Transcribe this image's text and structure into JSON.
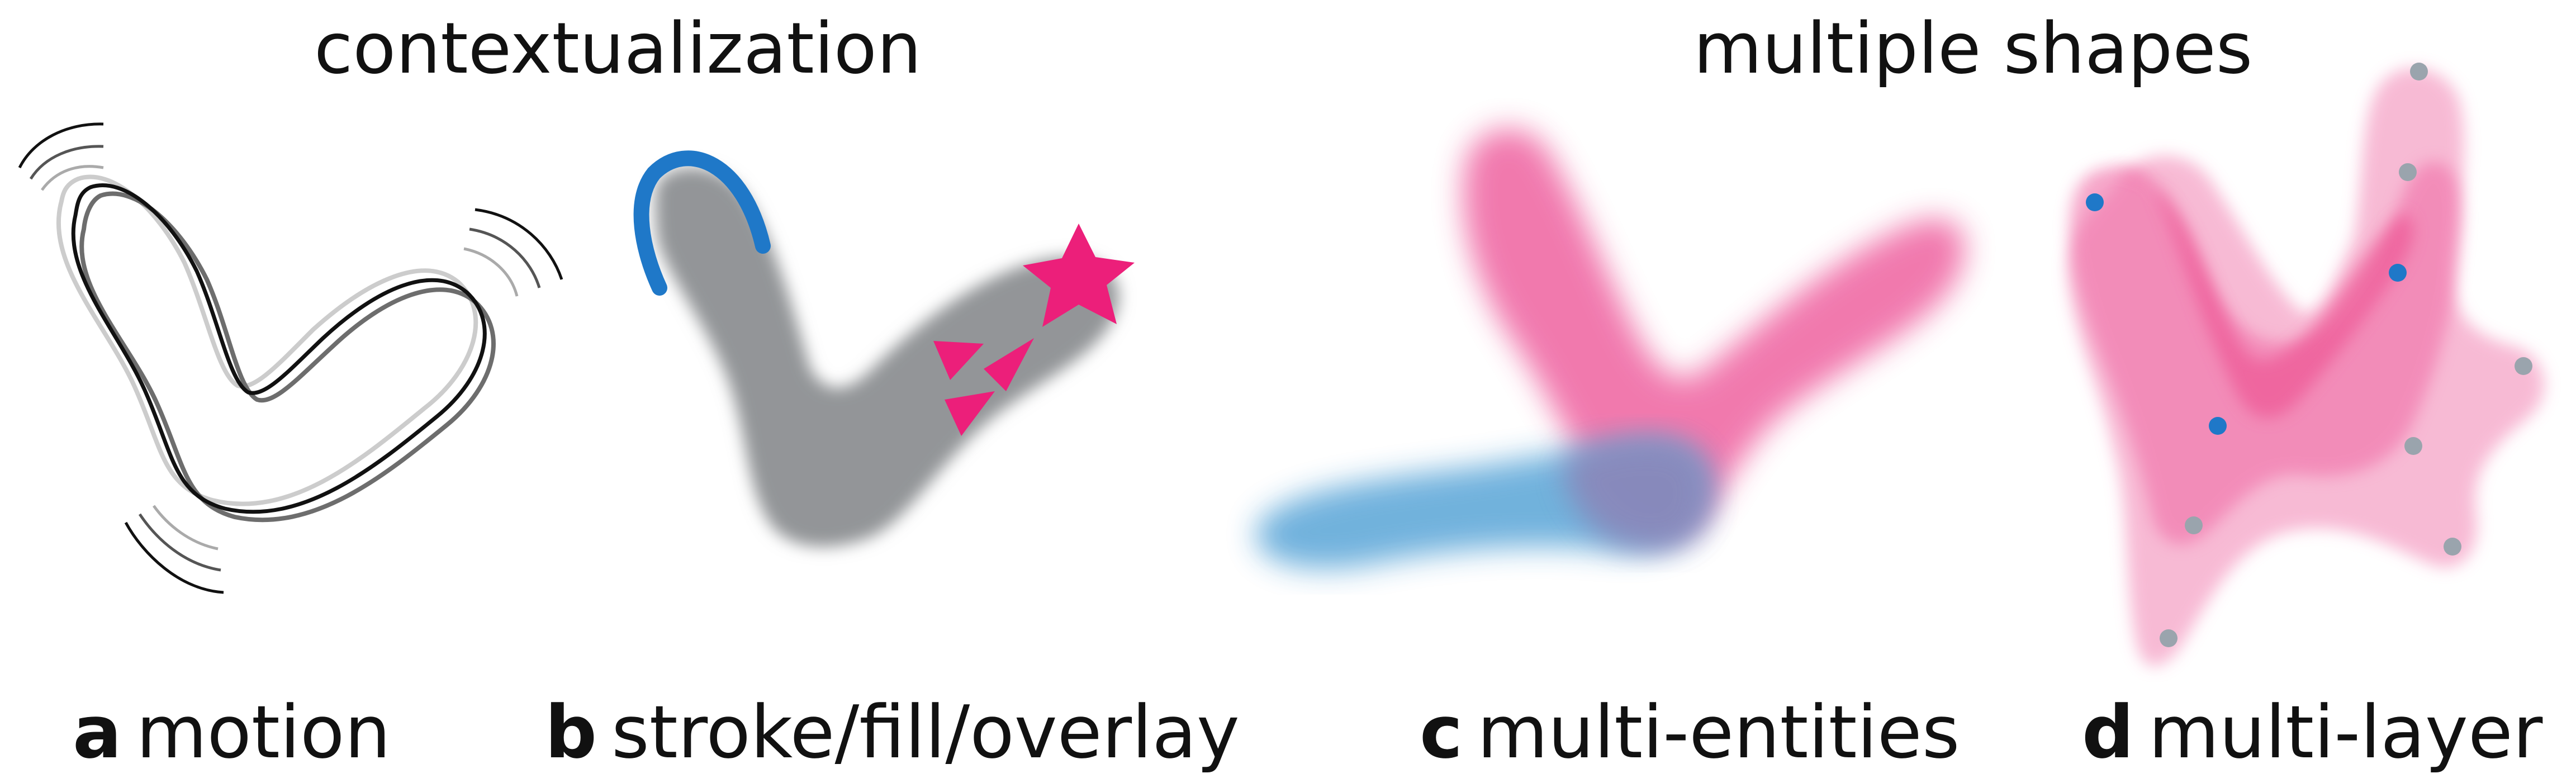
{
  "headings": {
    "left": "contextualization",
    "right": "multiple shapes"
  },
  "panels": [
    {
      "letter": "a",
      "label": "motion"
    },
    {
      "letter": "b",
      "label": "stroke/fill/overlay"
    },
    {
      "letter": "c",
      "label": "multi-entities"
    },
    {
      "letter": "d",
      "label": "multi-layer"
    }
  ],
  "colors": {
    "pink": "#f06ea7",
    "pink_light": "#f7b3d0",
    "magenta": "#ec1f7a",
    "blue": "#1f78c8",
    "light_blue": "#6aaedb",
    "purple_overlap": "#8c84b7",
    "gray": "#939598",
    "gray_dot": "#9aa4ad"
  }
}
